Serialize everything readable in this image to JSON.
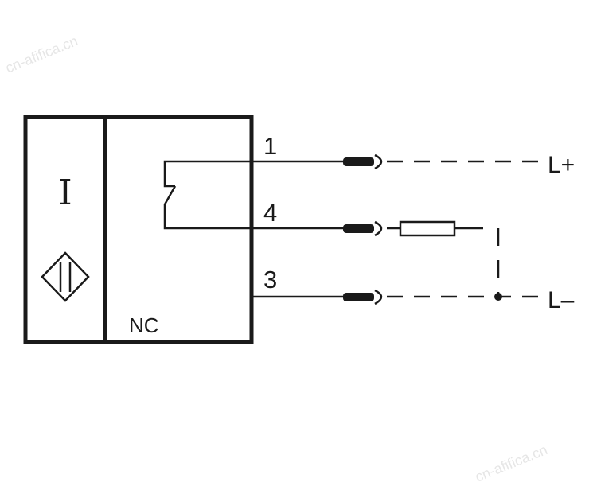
{
  "sensor": {
    "type_letter": "I",
    "output_type": "NC",
    "symbol": "inductive-sensor-diamond-icon"
  },
  "terminals": [
    {
      "number": "1",
      "supply": "L+"
    },
    {
      "number": "4",
      "supply": ""
    },
    {
      "number": "3",
      "supply": "L–"
    }
  ],
  "supply_labels": {
    "positive": "L+",
    "negative": "L–"
  },
  "watermarks": [
    "cn-afifica.cn",
    "cn-afifica.cn"
  ],
  "colors": {
    "line": "#1a1a1a",
    "background": "#ffffff",
    "watermark": "#e6e6e6"
  }
}
